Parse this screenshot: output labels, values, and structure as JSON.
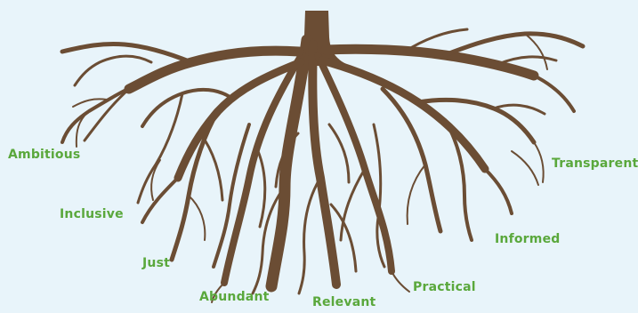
{
  "colors": {
    "background": "#e8f4fa",
    "root": "#6b4d34",
    "label": "#5aa83c"
  },
  "labels": {
    "ambitious": "Ambitious",
    "inclusive": "Inclusive",
    "just": "Just",
    "abundant": "Abundant",
    "relevant": "Relevant",
    "practical": "Practical",
    "informed": "Informed",
    "transparent": "Transparent"
  }
}
